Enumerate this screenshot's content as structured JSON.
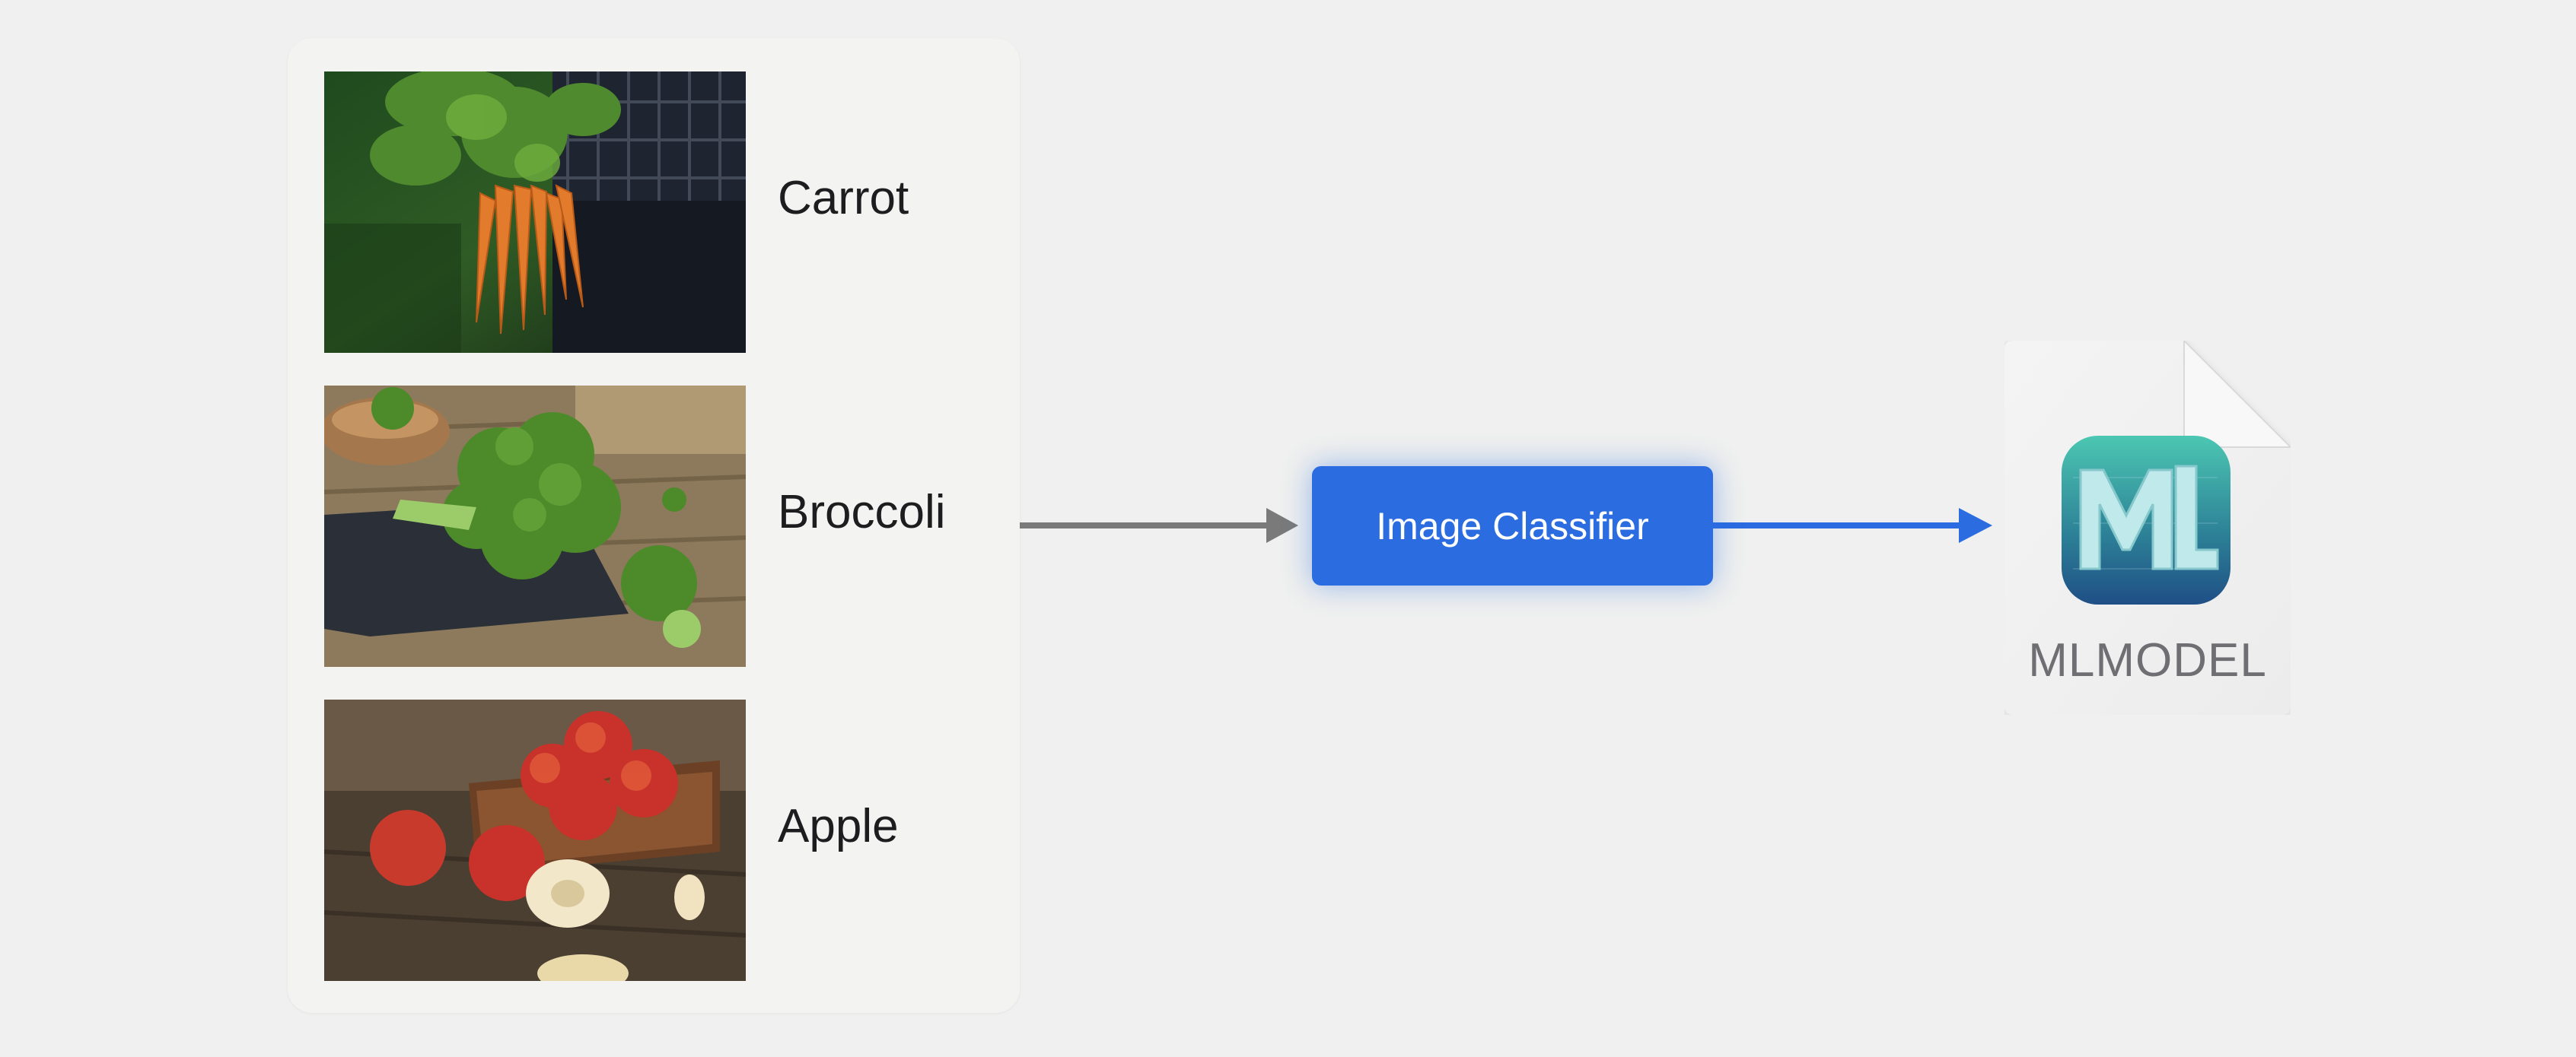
{
  "training_items": [
    {
      "label": "Carrot",
      "image": "carrot-photo"
    },
    {
      "label": "Broccoli",
      "image": "broccoli-photo"
    },
    {
      "label": "Apple",
      "image": "apple-photo"
    }
  ],
  "classifier": {
    "label": "Image Classifier"
  },
  "output": {
    "file_type": "MLMODEL",
    "icon": "ml-model-icon"
  },
  "colors": {
    "background": "#eff0ef",
    "panel": "#f3f3f2",
    "accent": "#2b6de0",
    "arrow_gray": "#7a7a7a"
  }
}
